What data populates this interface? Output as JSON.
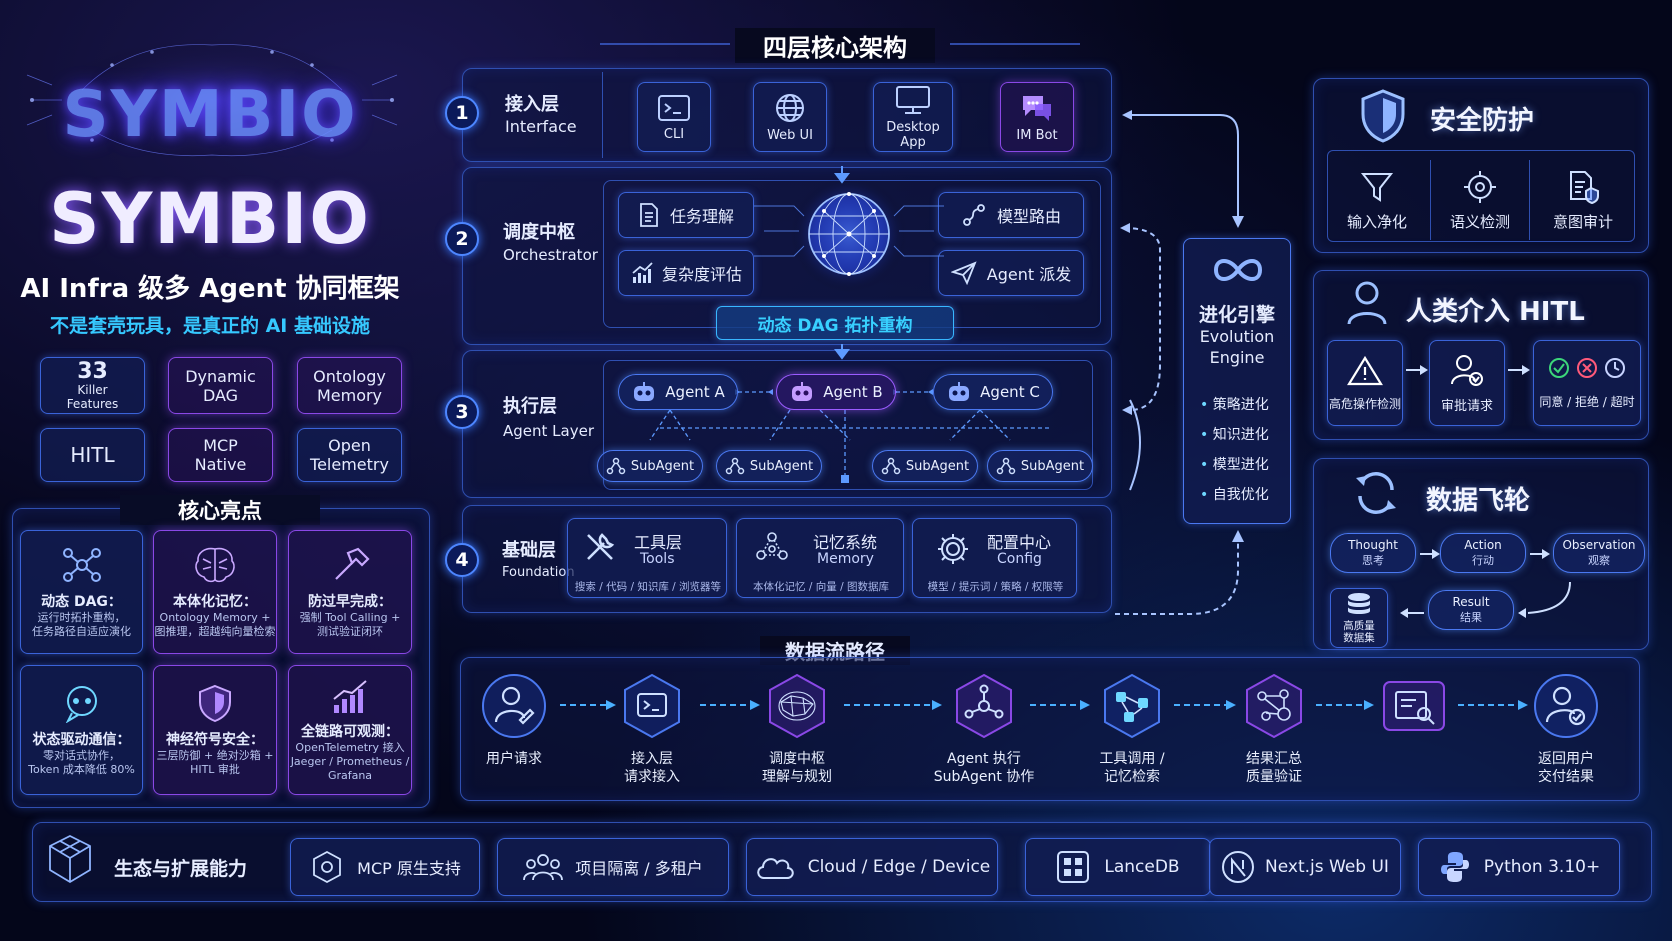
{
  "brand": {
    "logo_text": "SYMBIO",
    "title": "SYMBIO",
    "subtitle": "AI Infra 级多 Agent 协同框架",
    "tagline": "不是套壳玩具，是真正的 AI 基础设施"
  },
  "feature_badges": [
    {
      "l1": "33",
      "l2": "Killer",
      "l3": "Features"
    },
    {
      "l1": "Dynamic",
      "l2": "DAG"
    },
    {
      "l1": "Ontology",
      "l2": "Memory"
    },
    {
      "l1": "HITL"
    },
    {
      "l1": "MCP",
      "l2": "Native"
    },
    {
      "l1": "Open",
      "l2": "Telemetry"
    }
  ],
  "highlights": {
    "title": "核心亮点",
    "items": [
      {
        "icon": "dag-icon",
        "title": "动态 DAG：",
        "d1": "运行时拓扑重构，",
        "d2": "任务路径自适应演化",
        "d3": ""
      },
      {
        "icon": "brain-icon",
        "title": "本体化记忆：",
        "d1": "Ontology Memory +",
        "d2": "图推理，超越纯向量检索",
        "d3": ""
      },
      {
        "icon": "hammer-icon",
        "title": "防过早完成：",
        "d1": "强制 Tool Calling +",
        "d2": "测试验证闭环",
        "d3": ""
      },
      {
        "icon": "chat-icon",
        "title": "状态驱动通信：",
        "d1": "零对话式协作，",
        "d2": "Token 成本降低 80%",
        "d3": ""
      },
      {
        "icon": "shield-icon",
        "title": "神经符号安全：",
        "d1": "三层防御 + 绝对沙箱 +",
        "d2": "HITL 审批",
        "d3": ""
      },
      {
        "icon": "chart-icon",
        "title": "全链路可观测：",
        "d1": "OpenTelemetry 接入",
        "d2": "Jaeger / Prometheus /",
        "d3": "Grafana"
      }
    ]
  },
  "architecture": {
    "title": "四层核心架构",
    "layers": [
      {
        "n": "1",
        "zh": "接入层",
        "en": "Interface"
      },
      {
        "n": "2",
        "zh": "调度中枢",
        "en": "Orchestrator"
      },
      {
        "n": "3",
        "zh": "执行层",
        "en": "Agent Layer"
      },
      {
        "n": "4",
        "zh": "基础层",
        "en": "Foundation"
      }
    ],
    "interfaces": [
      "CLI",
      "Web UI",
      "Desktop App",
      "IM Bot"
    ],
    "orchestrator": {
      "left": [
        "任务理解",
        "复杂度评估"
      ],
      "right": [
        "模型路由",
        "Agent 派发"
      ],
      "dag": "动态 DAG 拓扑重构"
    },
    "agents": [
      "Agent A",
      "Agent B",
      "Agent C"
    ],
    "subagents": [
      "SubAgent",
      "SubAgent",
      "SubAgent",
      "SubAgent"
    ],
    "foundation": [
      {
        "zh": "工具层",
        "en": "Tools",
        "d": "搜索 / 代码 / 知识库 / 浏览器等"
      },
      {
        "zh": "记忆系统",
        "en": "Memory",
        "d": "本体化记忆 / 向量 / 图数据库"
      },
      {
        "zh": "配置中心",
        "en": "Config",
        "d": "模型 / 提示词 / 策略 / 权限等"
      }
    ]
  },
  "evolution": {
    "zh": "进化引擎",
    "en1": "Evolution",
    "en2": "Engine",
    "items": [
      "策略进化",
      "知识进化",
      "模型进化",
      "自我优化"
    ]
  },
  "security": {
    "title": "安全防护",
    "items": [
      "输入净化",
      "语义检测",
      "意图审计"
    ]
  },
  "hitl": {
    "title": "人类介入 HITL",
    "items": [
      "高危操作检测",
      "审批请求",
      "同意 / 拒绝 / 超时"
    ]
  },
  "flywheel": {
    "title": "数据飞轮",
    "nodes": [
      {
        "en": "Thought",
        "zh": "思考"
      },
      {
        "en": "Action",
        "zh": "行动"
      },
      {
        "en": "Observation",
        "zh": "观察"
      },
      {
        "en": "Result",
        "zh": "结果"
      }
    ],
    "dataset": [
      "高质量",
      "数据集"
    ]
  },
  "dataflow": {
    "title": "数据流路径",
    "steps": [
      {
        "l1": "用户请求",
        "l2": ""
      },
      {
        "l1": "接入层",
        "l2": "请求接入"
      },
      {
        "l1": "调度中枢",
        "l2": "理解与规划"
      },
      {
        "l1": "Agent 执行",
        "l2": "SubAgent 协作"
      },
      {
        "l1": "工具调用 /",
        "l2": "记忆检索"
      },
      {
        "l1": "结果汇总",
        "l2": "质量验证"
      },
      {
        "l1": "",
        "l2": ""
      },
      {
        "l1": "返回用户",
        "l2": "交付结果"
      }
    ]
  },
  "ecosystem": {
    "title": "生态与扩展能力",
    "items": [
      "MCP 原生支持",
      "项目隔离 / 多租户",
      "Cloud / Edge / Device",
      "LanceDB",
      "Next.js Web UI",
      "Python 3.10+"
    ]
  },
  "colors": {
    "accent": "#4a7dff",
    "purple": "#9b5cff",
    "cyan": "#40d4ff",
    "bg": "#050816"
  }
}
